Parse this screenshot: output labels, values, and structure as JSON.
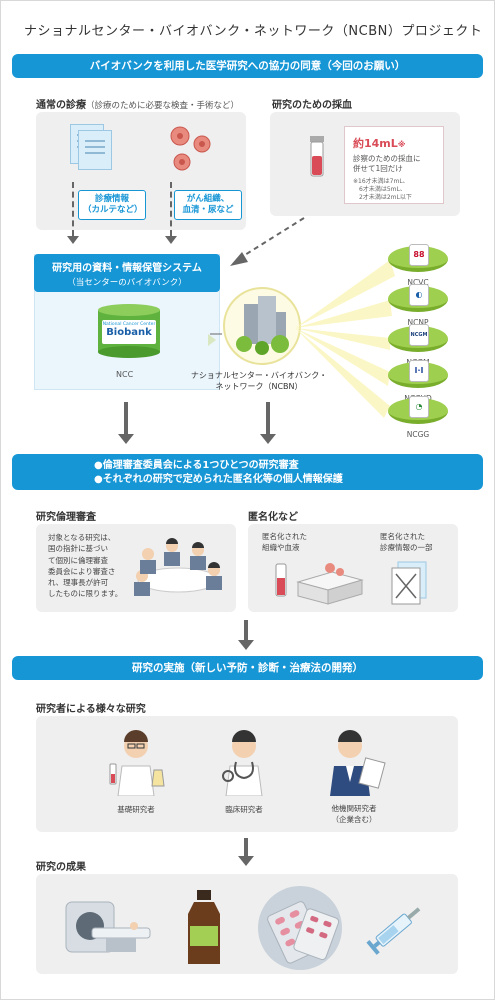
{
  "title": "ナショナルセンター・バイオバンク・ネットワーク（NCBN）プロジェクト",
  "consent_bar": "バイオバンクを利用した医学研究への協力の同意（今回のお願い）",
  "routine": {
    "heading": "通常の診療",
    "subheading": "（診療のために必要な検査・手術など）",
    "tag_records": [
      "診療情報",
      "（カルテなど）"
    ],
    "tag_samples": [
      "がん組織、",
      "血清・尿など"
    ]
  },
  "blood": {
    "heading": "研究のための採血",
    "amount": "約14mL",
    "amount_mark": "※",
    "line1": "診察のための採血に",
    "line2": "併せて1回だけ",
    "note1": "※16才未満は7mL、",
    "note2": "6才未満は5mL、",
    "note3": "2才未満は2mL以下"
  },
  "system": {
    "title": "研究用の資料・情報保管システム",
    "subtitle": "（当センターのバイオバンク）",
    "biobank_small": "National Cancer Center",
    "biobank_logo": "Biobank",
    "ncc_label": "NCC"
  },
  "network": {
    "label1": "ナショナルセンター・バイオバンク・",
    "label2": "ネットワーク（NCBN）",
    "nodes": [
      {
        "name": "NCVC",
        "logo": "88"
      },
      {
        "name": "NCNP",
        "logo": "◐"
      },
      {
        "name": "NCGM",
        "logo": "NCGM"
      },
      {
        "name": "NCCHD",
        "logo": "I·I"
      },
      {
        "name": "NCGG",
        "logo": "◔"
      }
    ]
  },
  "review_bar": {
    "line1": "●倫理審査委員会による1つひとつの研究審査",
    "line2": "●それぞれの研究で定められた匿名化等の個人情報保護"
  },
  "ethics": {
    "heading": "研究倫理審査",
    "text": [
      "対象となる研究は、",
      "国の指針に基づい",
      "て個別に倫理審査",
      "委員会により審査さ",
      "れ、理事長が許可",
      "したものに限ります。"
    ]
  },
  "anonymize": {
    "heading": "匿名化など",
    "samples": [
      "匿名化された",
      "組織や血液"
    ],
    "info": [
      "匿名化された",
      "診療情報の一部"
    ]
  },
  "implementation_bar": "研究の実施（新しい予防・診断・治療法の開発）",
  "researchers": {
    "heading": "研究者による様々な研究",
    "items": [
      {
        "label": "基礎研究者",
        "sub": ""
      },
      {
        "label": "臨床研究者",
        "sub": ""
      },
      {
        "label": "他機関研究者",
        "sub": "（企業含む）"
      }
    ]
  },
  "results": {
    "heading": "研究の成果"
  },
  "colors": {
    "blue": "#1796d6",
    "green": "#9fcf4e",
    "grey_box": "#efefef"
  }
}
